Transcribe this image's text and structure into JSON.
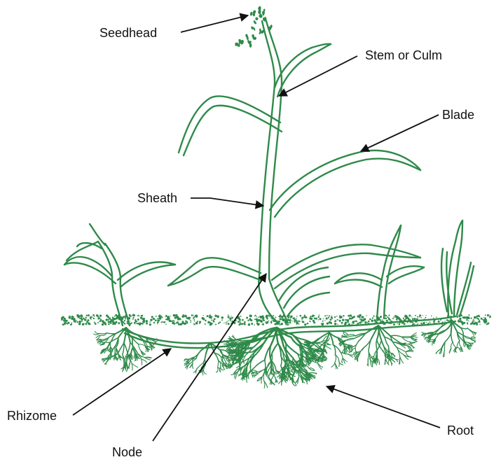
{
  "colors": {
    "plant": "#2f8a4a",
    "plant_fill": "#ffffff",
    "soil": "#2f8a4a",
    "label_text": "#111111",
    "arrow": "#111111"
  },
  "labels": {
    "seedhead": "Seedhead",
    "stem": "Stem or Culm",
    "blade": "Blade",
    "sheath": "Sheath",
    "rhizome": "Rhizome",
    "node": "Node",
    "root": "Root"
  }
}
